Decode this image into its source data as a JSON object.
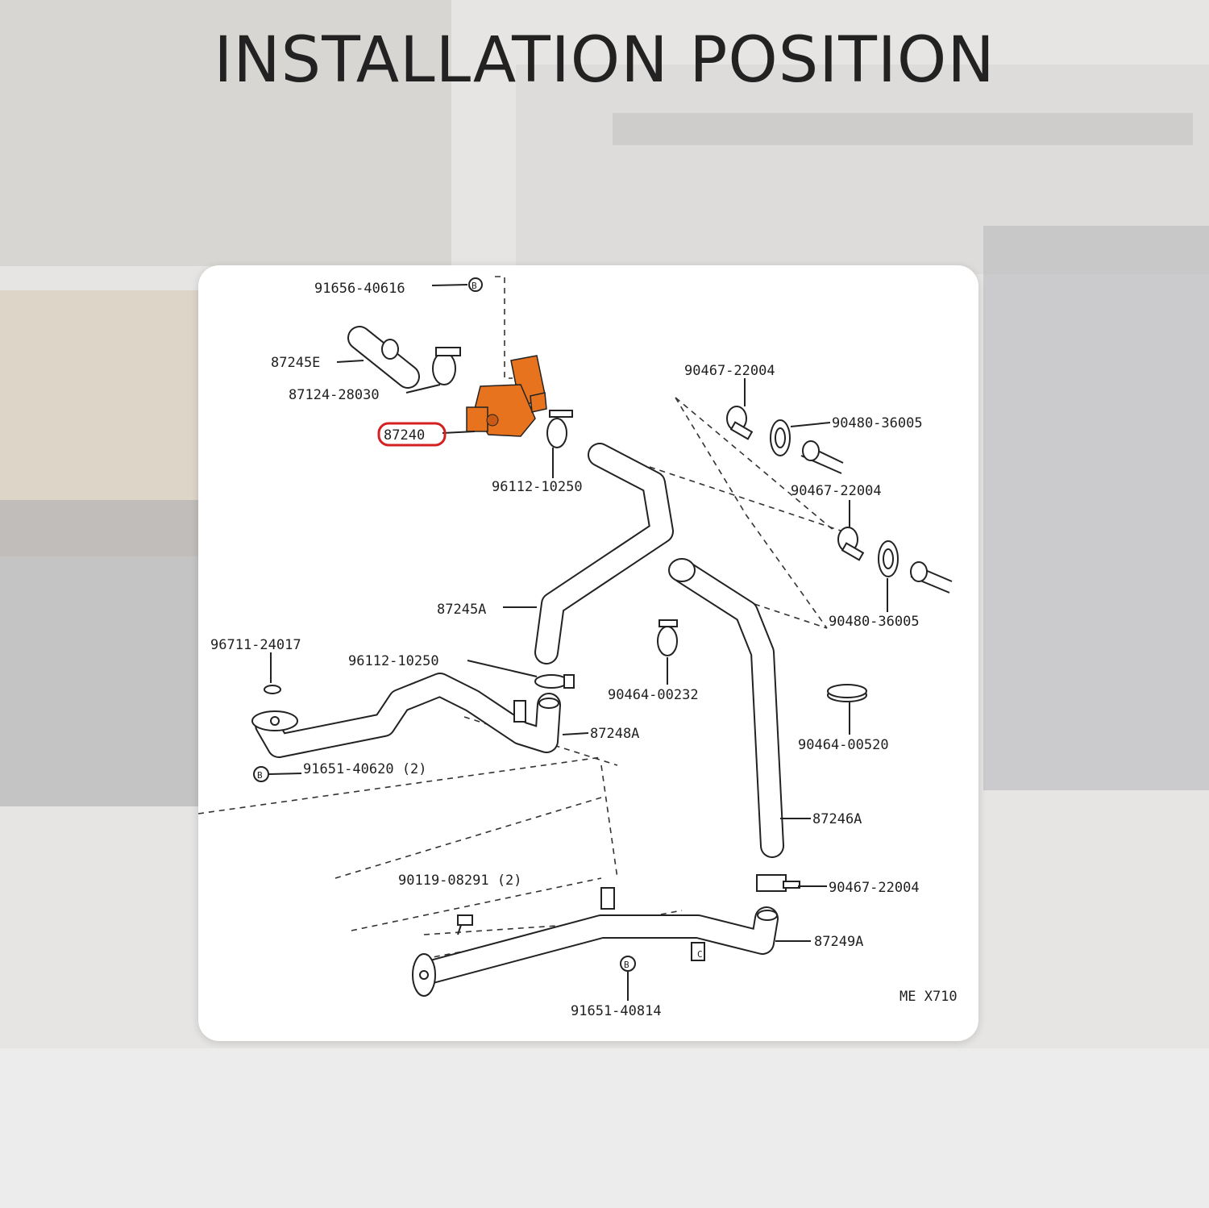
{
  "title": "INSTALLATION POSITION",
  "colors": {
    "highlight": "#e8731f",
    "highlight_ring": "#d42020",
    "ink": "#222222"
  },
  "labels": {
    "p91656": "91656-40616",
    "p87245e": "87245E",
    "p87124": "87124-28030",
    "p87240": "87240",
    "p96112_top": "96112-10250",
    "p90467_a": "90467-22004",
    "p90480_a": "90480-36005",
    "p90467_b": "90467-22004",
    "p90480_b": "90480-36005",
    "p87245a": "87245A",
    "p96711": "96711-24017",
    "p96112_mid": "96112-10250",
    "p90464_232": "90464-00232",
    "p87248a": "87248A",
    "p91651_620": "91651-40620 (2)",
    "p90464_520": "90464-00520",
    "p87246a": "87246A",
    "p90119": "90119-08291 (2)",
    "p90467_c": "90467-22004",
    "p87249a": "87249A",
    "p91651_814": "91651-40814",
    "code": "ME X710",
    "bolt_b": "B",
    "bolt_c": "C"
  }
}
